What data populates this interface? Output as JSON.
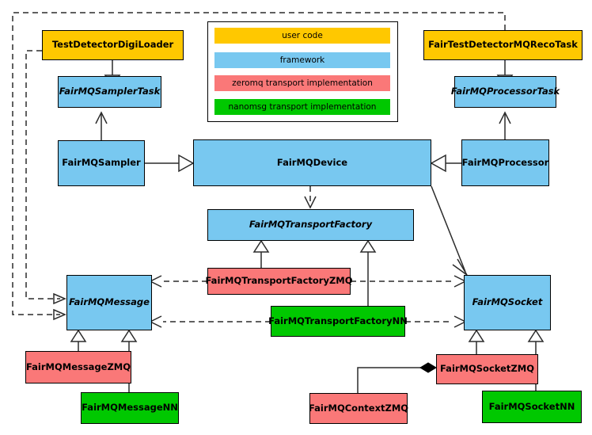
{
  "diagram": {
    "title": "FairMQ class diagram",
    "colors": {
      "user_code": "#FFC800",
      "framework": "#78C8F0",
      "zeromq": "#FA7878",
      "nanomsg": "#00C800",
      "line": "#2b2b2b",
      "background": "#ffffff"
    }
  },
  "legend": {
    "items": [
      {
        "label": "user code",
        "color": "#FFC800"
      },
      {
        "label": "framework",
        "color": "#78C8F0"
      },
      {
        "label": "zeromq transport implementation",
        "color": "#FA7878"
      },
      {
        "label": "nanomsg transport implementation",
        "color": "#00C800"
      }
    ]
  },
  "nodes": [
    {
      "id": "TestDetectorDigiLoader",
      "label": "TestDetectorDigiLoader",
      "category": "user code",
      "abstract": false
    },
    {
      "id": "FairTestDetectorMQRecoTask",
      "label": "FairTestDetectorMQRecoTask",
      "category": "user code",
      "abstract": false
    },
    {
      "id": "FairMQSamplerTask",
      "label": "FairMQSamplerTask",
      "category": "framework",
      "abstract": true
    },
    {
      "id": "FairMQProcessorTask",
      "label": "FairMQProcessorTask",
      "category": "framework",
      "abstract": true
    },
    {
      "id": "FairMQSampler",
      "label": "FairMQSampler",
      "category": "framework",
      "abstract": false
    },
    {
      "id": "FairMQDevice",
      "label": "FairMQDevice",
      "category": "framework",
      "abstract": false
    },
    {
      "id": "FairMQProcessor",
      "label": "FairMQProcessor",
      "category": "framework",
      "abstract": false
    },
    {
      "id": "FairMQTransportFactory",
      "label": "FairMQTransportFactory",
      "category": "framework",
      "abstract": true
    },
    {
      "id": "FairMQTransportFactoryZMQ",
      "label": "FairMQTransportFactoryZMQ",
      "category": "zeromq",
      "abstract": false
    },
    {
      "id": "FairMQTransportFactoryNN",
      "label": "FairMQTransportFactoryNN",
      "category": "nanomsg",
      "abstract": false
    },
    {
      "id": "FairMQMessage",
      "label": "FairMQMessage",
      "category": "framework",
      "abstract": true
    },
    {
      "id": "FairMQSocket",
      "label": "FairMQSocket",
      "category": "framework",
      "abstract": true
    },
    {
      "id": "FairMQMessageZMQ",
      "label": "FairMQMessageZMQ",
      "category": "zeromq",
      "abstract": false
    },
    {
      "id": "FairMQMessageNN",
      "label": "FairMQMessageNN",
      "category": "nanomsg",
      "abstract": false
    },
    {
      "id": "FairMQSocketZMQ",
      "label": "FairMQSocketZMQ",
      "category": "zeromq",
      "abstract": false
    },
    {
      "id": "FairMQSocketNN",
      "label": "FairMQSocketNN",
      "category": "nanomsg",
      "abstract": false
    },
    {
      "id": "FairMQContextZMQ",
      "label": "FairMQContextZMQ",
      "category": "zeromq",
      "abstract": false
    }
  ],
  "edges": [
    {
      "from": "TestDetectorDigiLoader",
      "to": "FairMQSamplerTask",
      "type": "generalization"
    },
    {
      "from": "FairTestDetectorMQRecoTask",
      "to": "FairMQProcessorTask",
      "type": "generalization"
    },
    {
      "from": "FairMQSampler",
      "to": "FairMQSamplerTask",
      "type": "association"
    },
    {
      "from": "FairMQProcessor",
      "to": "FairMQProcessorTask",
      "type": "association"
    },
    {
      "from": "FairMQSampler",
      "to": "FairMQDevice",
      "type": "generalization"
    },
    {
      "from": "FairMQProcessor",
      "to": "FairMQDevice",
      "type": "generalization"
    },
    {
      "from": "FairMQDevice",
      "to": "FairMQTransportFactory",
      "type": "dependency"
    },
    {
      "from": "FairMQDevice",
      "to": "FairMQSocket",
      "type": "association"
    },
    {
      "from": "FairMQTransportFactoryZMQ",
      "to": "FairMQTransportFactory",
      "type": "generalization"
    },
    {
      "from": "FairMQTransportFactoryNN",
      "to": "FairMQTransportFactory",
      "type": "generalization"
    },
    {
      "from": "FairMQTransportFactoryZMQ",
      "to": "FairMQMessage",
      "type": "dependency"
    },
    {
      "from": "FairMQTransportFactoryZMQ",
      "to": "FairMQSocket",
      "type": "dependency"
    },
    {
      "from": "FairMQTransportFactoryNN",
      "to": "FairMQMessage",
      "type": "dependency"
    },
    {
      "from": "FairMQTransportFactoryNN",
      "to": "FairMQSocket",
      "type": "dependency"
    },
    {
      "from": "TestDetectorDigiLoader",
      "to": "FairMQMessage",
      "type": "dependency"
    },
    {
      "from": "FairTestDetectorMQRecoTask",
      "to": "FairMQMessage",
      "type": "dependency"
    },
    {
      "from": "FairMQMessageZMQ",
      "to": "FairMQMessage",
      "type": "generalization"
    },
    {
      "from": "FairMQMessageNN",
      "to": "FairMQMessage",
      "type": "generalization"
    },
    {
      "from": "FairMQSocketZMQ",
      "to": "FairMQSocket",
      "type": "generalization"
    },
    {
      "from": "FairMQSocketNN",
      "to": "FairMQSocket",
      "type": "generalization"
    },
    {
      "from": "FairMQContextZMQ",
      "to": "FairMQSocketZMQ",
      "type": "composition"
    }
  ]
}
